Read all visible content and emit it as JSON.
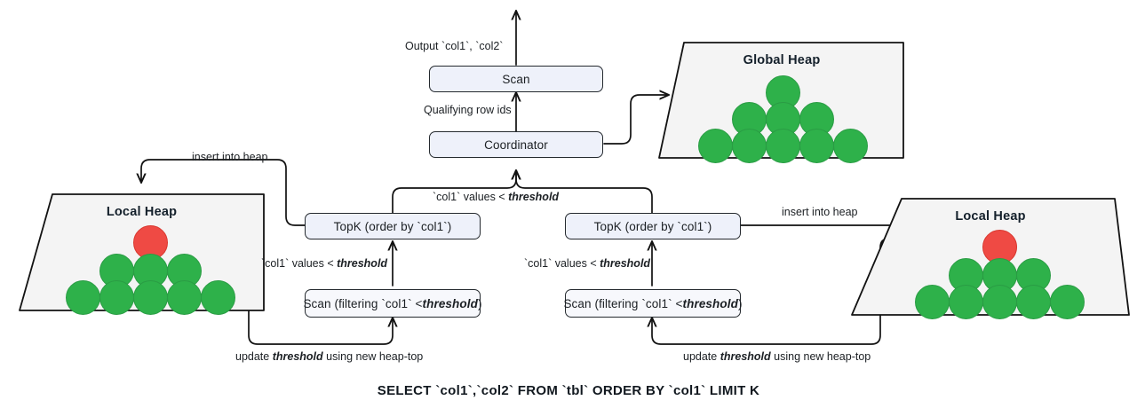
{
  "diagram": {
    "caption": "SELECT `col1`,`col2` FROM `tbl` ORDER BY `col1` LIMIT K",
    "nodes": {
      "scan_top": "Scan",
      "coordinator": "Coordinator",
      "topk_left": "TopK (order by `col1`)",
      "topk_right": "TopK (order by `col1`)",
      "scan_filter_left_pre": "Scan (filtering `col1` < ",
      "scan_filter_left_em": "threshold",
      "scan_filter_left_post": ")",
      "scan_filter_right_pre": "Scan (filtering `col1` < ",
      "scan_filter_right_em": "threshold",
      "scan_filter_right_post": ")",
      "global_heap": "Global Heap",
      "local_heap_left": "Local Heap",
      "local_heap_right": "Local Heap"
    },
    "edge_labels": {
      "output": "Output `col1`, `col2`",
      "qualifying": "Qualifying row ids",
      "insert_left": "insert into heap",
      "insert_right": "insert into heap",
      "values_center_pre": "`col1` values < ",
      "values_center_em": "threshold",
      "values_left_pre": "`col1` values < ",
      "values_left_em": "threshold",
      "values_right_pre": "`col1` values < ",
      "values_right_em": "threshold",
      "update_left_pre": "update ",
      "update_left_em": "threshold",
      "update_left_post": " using new heap-top",
      "update_right_pre": "update ",
      "update_right_em": "threshold",
      "update_right_post": " using new heap-top"
    },
    "colors": {
      "box_fill_blue": "#eef1fa",
      "box_fill_white": "#f7f8fc",
      "box_stroke": "#24292e",
      "heap_fill": "#f4f4f4",
      "heap_stroke": "#121212",
      "ball_green": "#2eb14a",
      "ball_red": "#ef4a44",
      "edge_stroke": "#111111",
      "text": "#1b1f23",
      "background": "#ffffff"
    },
    "heaps": {
      "global": {
        "rows": [
          1,
          3,
          5
        ],
        "top_color": "green"
      },
      "local_left": {
        "rows": [
          1,
          3,
          5
        ],
        "top_color": "red"
      },
      "local_right": {
        "rows": [
          1,
          3,
          5
        ],
        "top_color": "red"
      }
    }
  }
}
